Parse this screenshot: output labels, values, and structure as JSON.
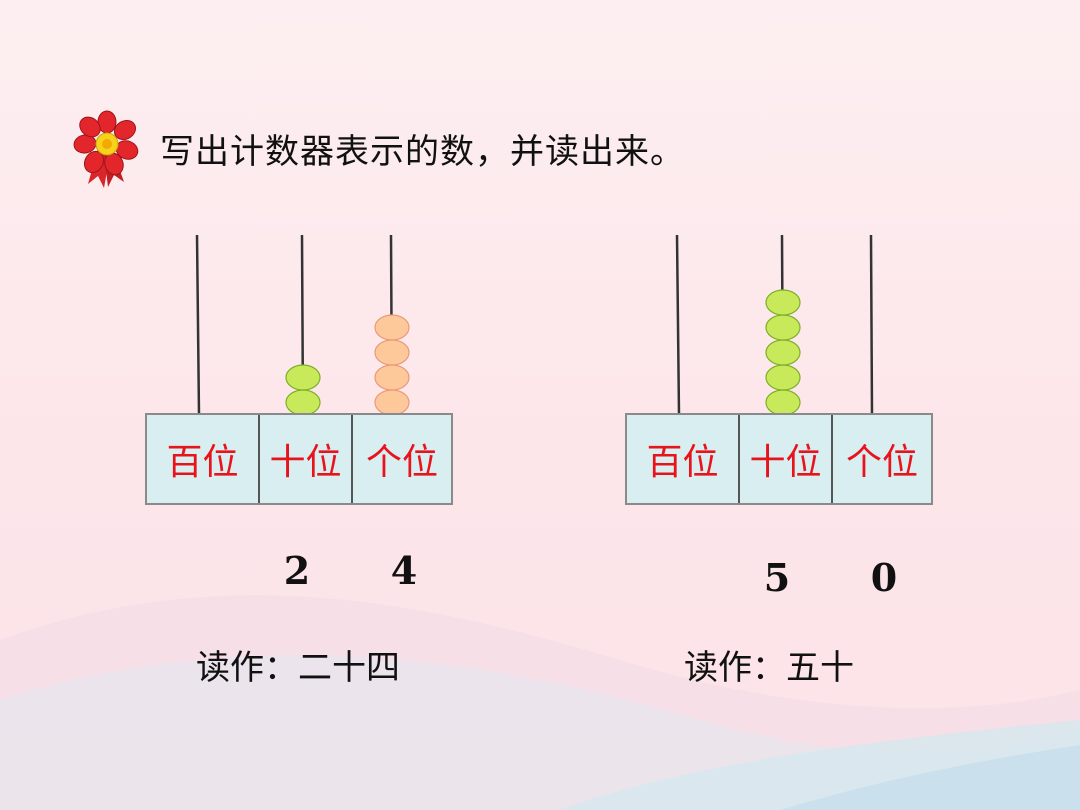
{
  "title": "写出计数器表示的数，并读出来。",
  "place_labels": [
    "百位",
    "十位",
    "个位"
  ],
  "abacus_left": {
    "beads": [
      0,
      2,
      4
    ],
    "bead_colors": [
      "#c8ea5a",
      "#c8ea5a",
      "#fdc89a"
    ],
    "digits": [
      "2",
      "4"
    ],
    "reading_label": "读作：",
    "reading_value": "二十四"
  },
  "abacus_right": {
    "beads": [
      0,
      5,
      0
    ],
    "bead_colors": [
      "#c8ea5a",
      "#c8ea5a",
      "#fdc89a"
    ],
    "digits": [
      "5",
      "0"
    ],
    "reading_label": "读作：",
    "reading_value": "五十"
  },
  "icons": {
    "title_marker": "flower-rosette-icon"
  },
  "colors": {
    "place_label": "#e8141b",
    "frame_fill": "#d9eef1",
    "green_bead": "#c8ea5a",
    "orange_bead": "#fdc89a"
  }
}
